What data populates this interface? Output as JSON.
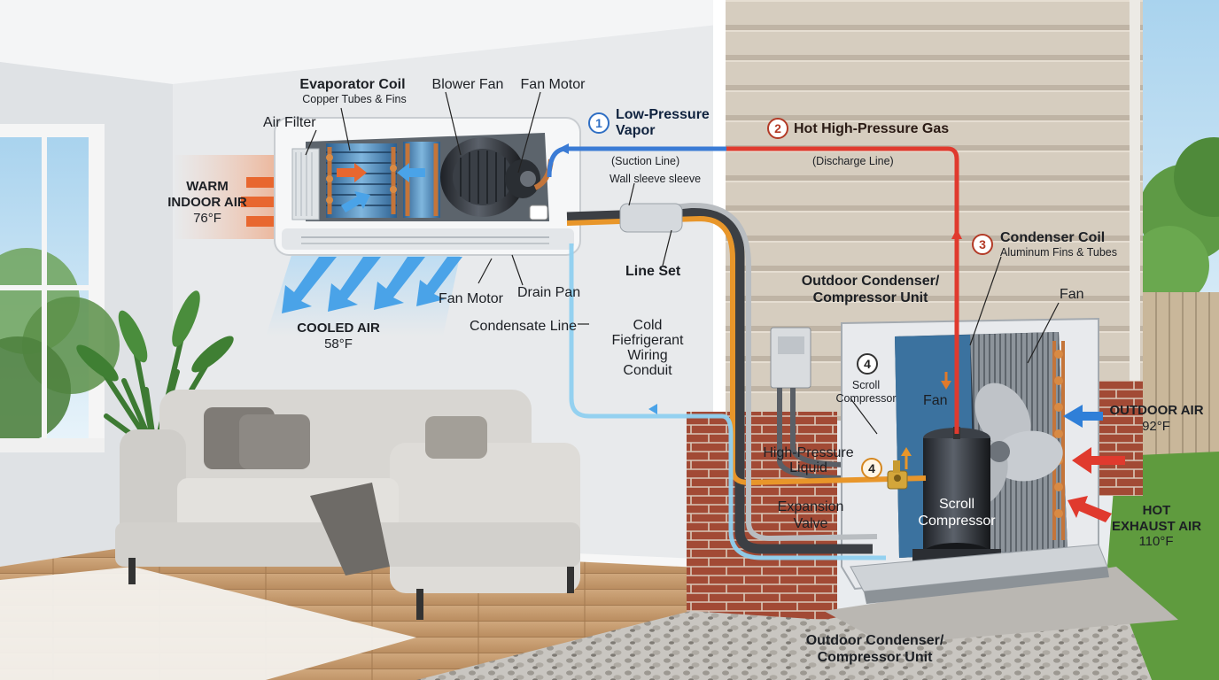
{
  "labels": {
    "evaporator_coil": "Evaporator Coil",
    "evaporator_coil_sub": "Copper Tubes & Fins",
    "blower_fan": "Blower Fan",
    "fan_motor_top": "Fan Motor",
    "air_filter": "Air Filter",
    "warm_air": "WARM\nINDOOR AIR",
    "warm_air_temp": "76°F",
    "cooled_air": "COOLED AIR",
    "cooled_air_temp": "58°F",
    "fan_motor_bottom": "Fan Motor",
    "drain_pan": "Drain Pan",
    "condensate_line": "Condensate Line",
    "cold_refrigerant": "Cold\nFiefrigerant\nWiring\nConduit",
    "line_set": "Line Set",
    "wall_sleeve": "Wall sleeve sleeve",
    "suction_line": "(Suction Line)",
    "step1_num": "1",
    "step1_label": "Low-Pressure\nVapor",
    "step2_num": "2",
    "step2_label": "Hot High-Pressure Gas",
    "discharge_line": "(Discharge Line)",
    "step3_num": "3",
    "condenser_coil": "Condenser Coil",
    "condenser_coil_sub": "Aluminum Fins & Tubes",
    "outdoor_unit_top": "Outdoor Condenser/\nCompressor Unit",
    "fan_outdoor": "Fan",
    "fan_inner": "Fan",
    "step4a_num": "4",
    "scroll_compressor_small": "Scroll\nCompressor",
    "high_pressure_liquid": "High-Pressure\nLiquid",
    "step4b_num": "4",
    "expansion_valve": "Expansion\nValve",
    "scroll_compressor_big": "Scroll\nCompressor",
    "outdoor_air": "OUTDOOR AIR",
    "outdoor_air_temp": "92°F",
    "hot_exhaust": "HOT\nEXHAUST AIR",
    "hot_exhaust_temp": "110°F",
    "outdoor_unit_bottom": "Outdoor Condenser/\nCompressor Unit"
  },
  "colors": {
    "suction_line": "#3a7bd5",
    "discharge_line": "#e03a2e",
    "liquid_line": "#e8962a",
    "condensate_line": "#8fd0f0",
    "warm_air": "#e8672f",
    "cooled_air": "#4aa3e8",
    "brick": "#a24a35",
    "siding": "#d8cfc2"
  },
  "icons": {
    "blower": "blower-fan-icon",
    "outdoor_fan": "propeller-fan-icon",
    "compressor": "compressor-icon",
    "valve": "expansion-valve-icon",
    "plant": "plant-icon",
    "sofa": "sofa-icon"
  }
}
